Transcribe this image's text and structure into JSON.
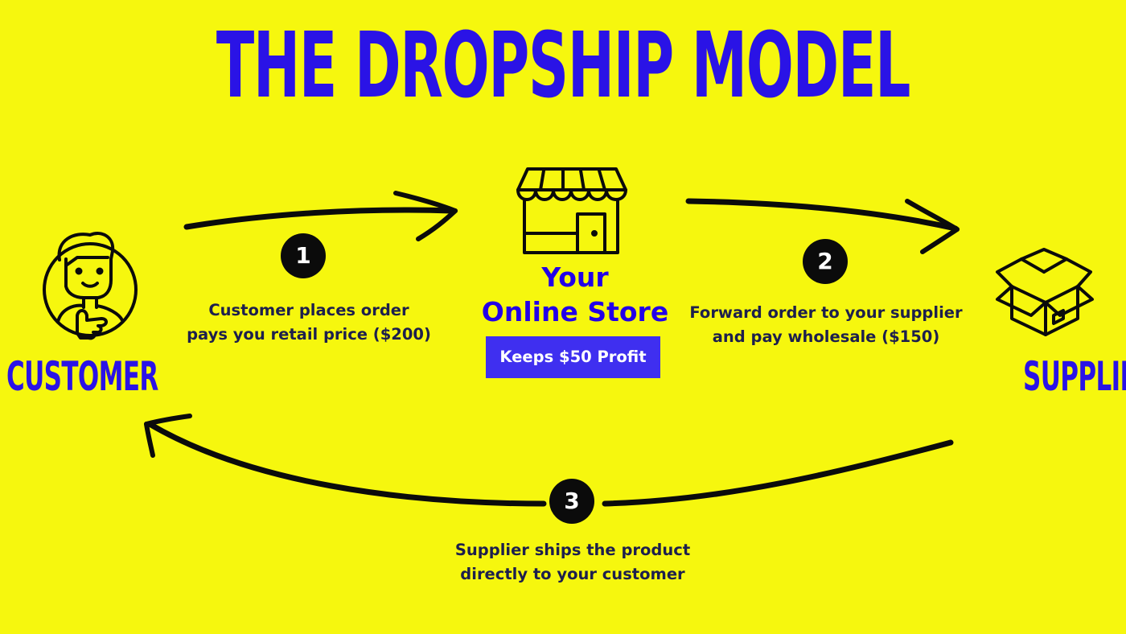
{
  "title": "THE DROPSHIP MODEL",
  "actors": {
    "customer": {
      "label": "CUSTOMER",
      "icon": "customer-icon"
    },
    "store": {
      "name_line1": "Your",
      "name_line2": "Online Store",
      "badge": "Keeps $50 Profit",
      "icon": "storefront-icon"
    },
    "supplier": {
      "label": "SUPPLIER",
      "icon": "open-box-icon"
    }
  },
  "steps": [
    {
      "number": "1",
      "line1": "Customer places order",
      "line2": "pays you retail price ($200)"
    },
    {
      "number": "2",
      "line1": "Forward order to your supplier",
      "line2": "and pay wholesale ($150)"
    },
    {
      "number": "3",
      "line1": "Supplier ships the product",
      "line2": "directly to your customer"
    }
  ],
  "colors": {
    "background": "#f6f70e",
    "title": "#2a13e6",
    "badge": "#3f2ff0",
    "text": "#1d1f4d",
    "ink": "#0b0b0b"
  }
}
